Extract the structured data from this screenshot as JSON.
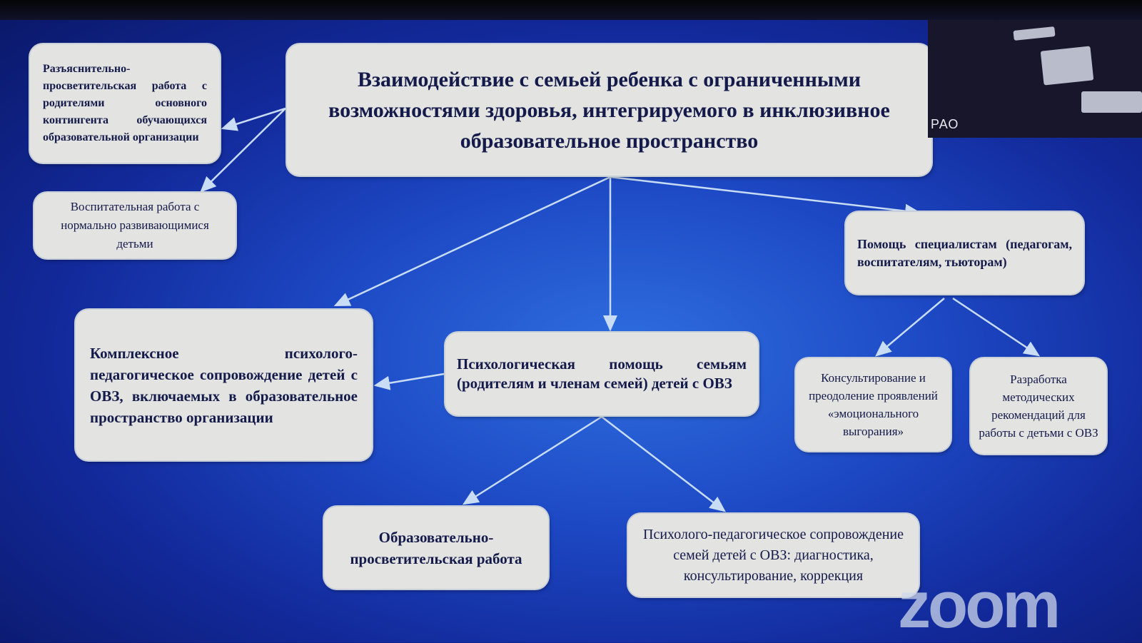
{
  "diagram": {
    "title": "Взаимодействие с семьей ребенка с ограниченными возможностями здоровья, интегрируемого в инклюзивное образовательное пространство",
    "nodes": {
      "explanatory": "Разъяснительно-просветительская работа с родителями основного контингента обучающихся образовательной организации",
      "upbringing": "Воспитательная работа с нормально развивающимися детьми",
      "complex_support": "Комплексное психолого-педагогическое сопровождение детей с ОВЗ, включаемых в образовательное пространство организации",
      "psych_help": "Психологическая помощь семьям (родителям и членам семей) детей с ОВЗ",
      "specialists_help": "Помощь специалистам (педагогам, воспитателям, тьюторам)",
      "consulting": "Консультирование и преодоление проявлений «эмоционального выгорания»",
      "methodical": "Разработка методических рекомендаций для работы с детьми с ОВЗ",
      "educational": "Образовательно-просветительская работа",
      "family_support": "Психолого-педагогическое сопровождение семей детей с ОВЗ: диагностика, консультирование, коррекция"
    },
    "colors": {
      "box": "#e3e3e1",
      "text": "#141a4a",
      "arrow": "#c9dcf5"
    }
  },
  "video": {
    "participant_label": "РАО",
    "watermark": "zoom"
  }
}
